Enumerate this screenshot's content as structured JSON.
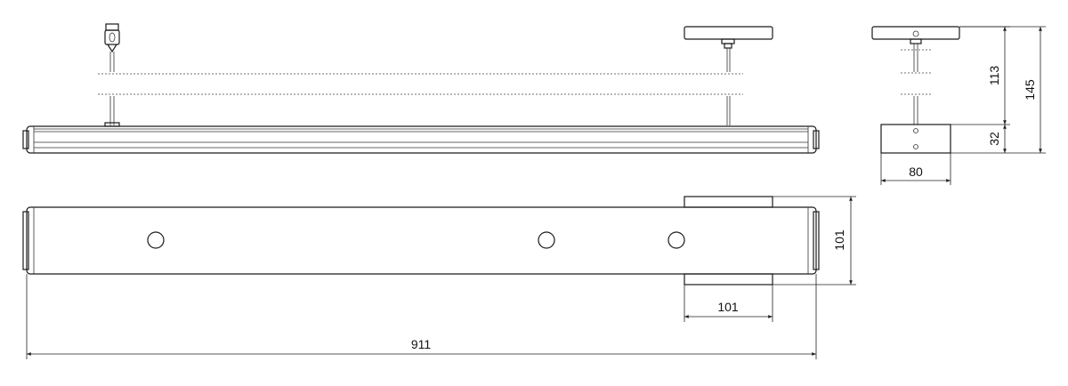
{
  "dimensions": {
    "cable_length": "113",
    "total_height": "145",
    "body_height": "32",
    "body_width": "80",
    "body_depth": "101",
    "canopy_length": "101",
    "total_length": "911"
  }
}
